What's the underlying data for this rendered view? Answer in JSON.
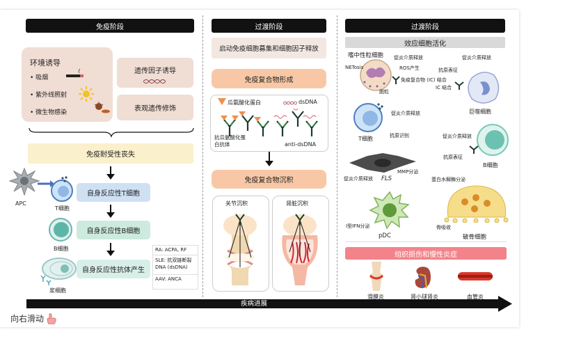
{
  "phases": {
    "p1": "免疫阶段",
    "p2": "过渡阶段",
    "p3": "过渡阶段"
  },
  "immune": {
    "env_title": "环境诱导",
    "env_items": [
      "吸烟",
      "紫外线照射",
      "微生物感染"
    ],
    "genetic": "遗传因子诱导",
    "epigenetic": "表观遗传修饰",
    "tolerance": "免疫耐受性丧失",
    "apc": "APC",
    "tcell": "T细胞",
    "bcell": "B细胞",
    "plasma": "浆细胞",
    "auto_t": "自身反应性T细胞",
    "auto_b": "自身反应性B细胞",
    "auto_ab": "自身反应性抗体产生",
    "ab_ra": "RA: ACPA, RF",
    "ab_sle": "SLE: 抗双链断裂DNA (dsDNA)",
    "ab_aav": "AAV: ANCA"
  },
  "transition": {
    "recruit": "启动免疫细胞募集和细胞因子释放",
    "complex_form": "免疫复合物形成",
    "citrullin": "瓜氨酸化蛋白",
    "dsdna": "dsDNA",
    "anti_ccp": "抗瓜氨酸化蛋白抗体",
    "anti_dsdna": "anti-dsDNA",
    "complex_dep": "免疫复合物沉积",
    "joint": "关节沉积",
    "kidney": "肾脏沉积"
  },
  "effector": {
    "title": "效应细胞活化",
    "neutrophil": "嗜中性粒细胞",
    "netosis": "NETosis",
    "degran": "脱粒",
    "pro_release": "促炎介质释放",
    "ros": "ROS产生",
    "ic_binding": "免疫复合物 (IC) 结合",
    "antigen_pres": "抗原表征",
    "ic_bind2": "IC 结合",
    "macrophage": "巨噬细胞",
    "tcell": "T细胞",
    "antigen_recog": "抗原识别",
    "bcell": "B细胞",
    "fls": "FLS",
    "mmp": "MMP分泌",
    "protease": "蛋白水解酶分泌",
    "bone_res": "骨吸收",
    "osteoclast": "破骨细胞",
    "ifn": "I型IFN分泌",
    "pdc": "pDC",
    "damage": "组织损伤和慢性炎症",
    "synovitis": "滑膜炎",
    "gn": "肾小球肾炎",
    "vasculitis": "血管炎"
  },
  "progress": "疾病进展",
  "swipe": "向右滑动"
}
